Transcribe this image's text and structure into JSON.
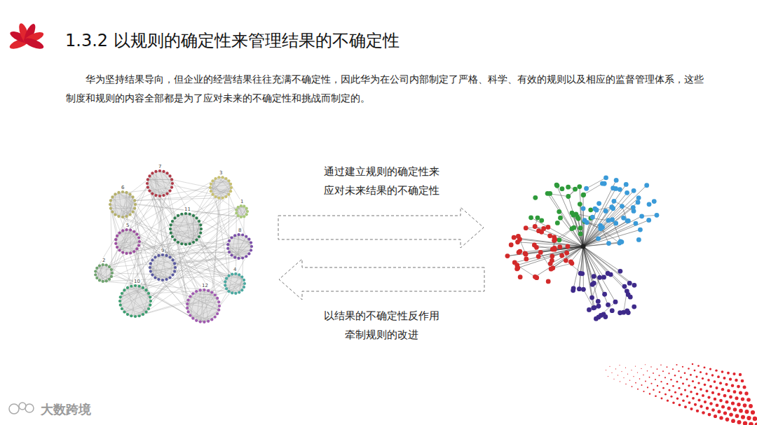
{
  "diagram": {
    "title": "1.3.2 以规则的确定性来管理结果的不确定性",
    "nodes": [
      {
        "text": [
          "通过建立规则的确定性来 应对未来结果的不确定性"
        ]
      },
      {
        "text": [
          "以结果的不确定性反作用 牵制规则的改进"
        ]
      }
    ],
    "labels": [
      "华为坚持结果导向，但企业的经营结果往往充满不确定性，因此华为在公司内部制定了严格、科学、有效的规则以及相应的监督管理体系，这些制度和规则的内容全部都是为了应对未来的不确定性和挑战而制定的。",
      "7",
      "3",
      "6",
      "1",
      "11",
      "5",
      "8",
      "2",
      "9",
      "4",
      "10",
      "12",
      "大数跨境"
    ]
  }
}
